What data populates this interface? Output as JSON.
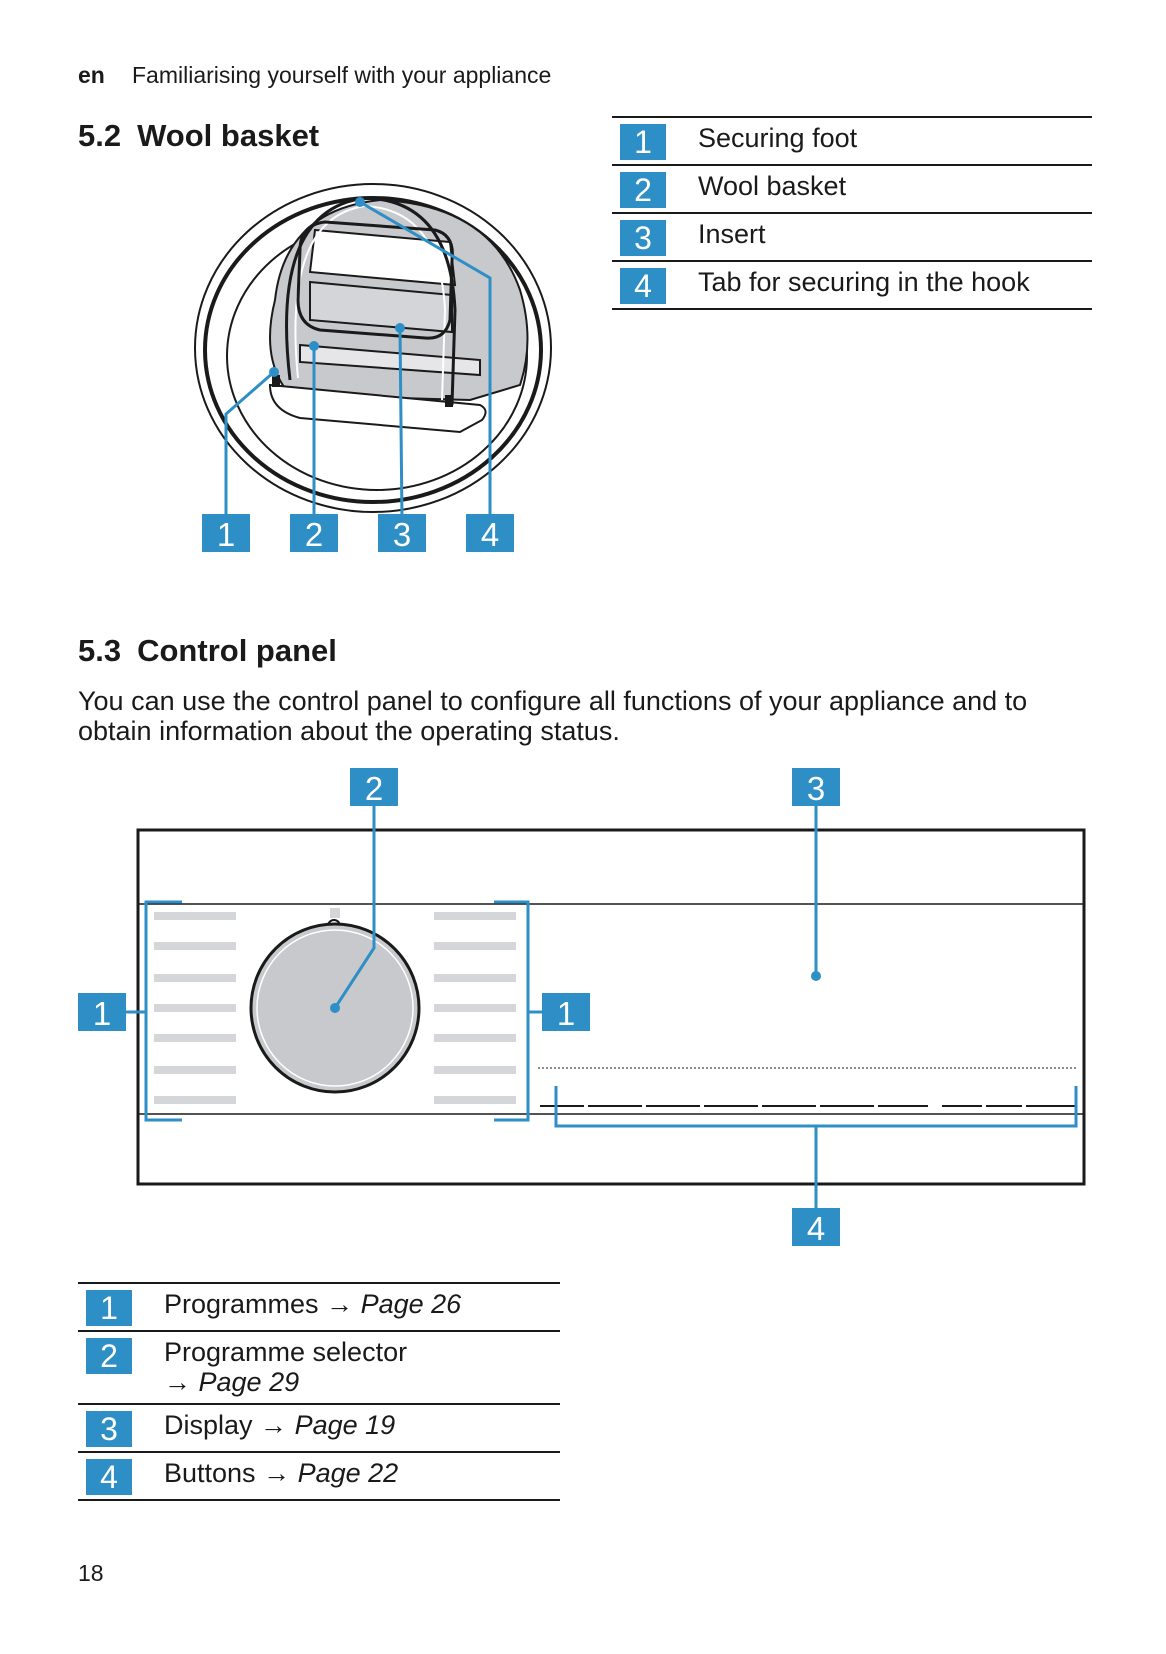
{
  "header": {
    "lang": "en",
    "title": "Familiarising yourself with your appliance"
  },
  "section_wool": {
    "number": "5.2",
    "title": "Wool basket",
    "callouts": [
      "1",
      "2",
      "3",
      "4"
    ],
    "legend": [
      {
        "num": "1",
        "text": "Securing foot"
      },
      {
        "num": "2",
        "text": "Wool basket"
      },
      {
        "num": "3",
        "text": "Insert"
      },
      {
        "num": "4",
        "text": "Tab for securing in the hook"
      }
    ]
  },
  "section_control": {
    "number": "5.3",
    "title": "Control panel",
    "intro": "You can use the control panel to configure all functions of your appliance and to obtain information about the operating status.",
    "callouts": {
      "left": "1",
      "right": "1",
      "dial": "2",
      "display": "3",
      "buttons": "4"
    },
    "legend": [
      {
        "num": "1",
        "text": "Programmes",
        "arrow": "→",
        "ref": "Page 26"
      },
      {
        "num": "2",
        "text": "Programme selector",
        "arrow": "→",
        "ref": "Page 29"
      },
      {
        "num": "3",
        "text": "Display",
        "arrow": "→",
        "ref": "Page 19"
      },
      {
        "num": "4",
        "text": "Buttons",
        "arrow": "→",
        "ref": "Page 22"
      }
    ]
  },
  "footer": {
    "page_number": "18"
  },
  "colors": {
    "accent": "#2e8fc6",
    "text": "#1a1a1a",
    "dial": "#c8c9cc"
  }
}
